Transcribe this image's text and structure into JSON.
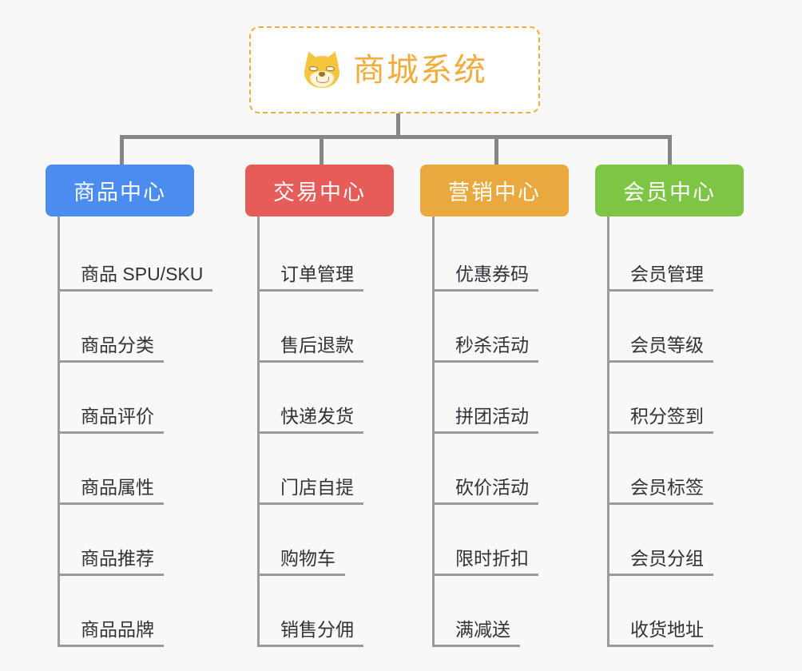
{
  "page": {
    "background": "#f8f8f8",
    "line_color": "#9a9a9a"
  },
  "root": {
    "title": "商城系统",
    "icon": "shiba-dog-face-emoji",
    "text_color": "#f0ac3e",
    "border_color": "#f0ac3e",
    "border_style": "dashed"
  },
  "branches": [
    {
      "id": "product-center",
      "label": "商品中心",
      "color": "#4a8cf0",
      "items": [
        "商品 SPU/SKU",
        "商品分类",
        "商品评价",
        "商品属性",
        "商品推荐",
        "商品品牌"
      ]
    },
    {
      "id": "trade-center",
      "label": "交易中心",
      "color": "#e65c58",
      "items": [
        "订单管理",
        "售后退款",
        "快递发货",
        "门店自提",
        "购物车",
        "销售分佣"
      ]
    },
    {
      "id": "marketing-center",
      "label": "营销中心",
      "color": "#eaa93f",
      "items": [
        "优惠券码",
        "秒杀活动",
        "拼团活动",
        "砍价活动",
        "限时折扣",
        "满减送"
      ]
    },
    {
      "id": "member-center",
      "label": "会员中心",
      "color": "#7ec546",
      "items": [
        "会员管理",
        "会员等级",
        "积分签到",
        "会员标签",
        "会员分组",
        "收货地址"
      ]
    }
  ]
}
